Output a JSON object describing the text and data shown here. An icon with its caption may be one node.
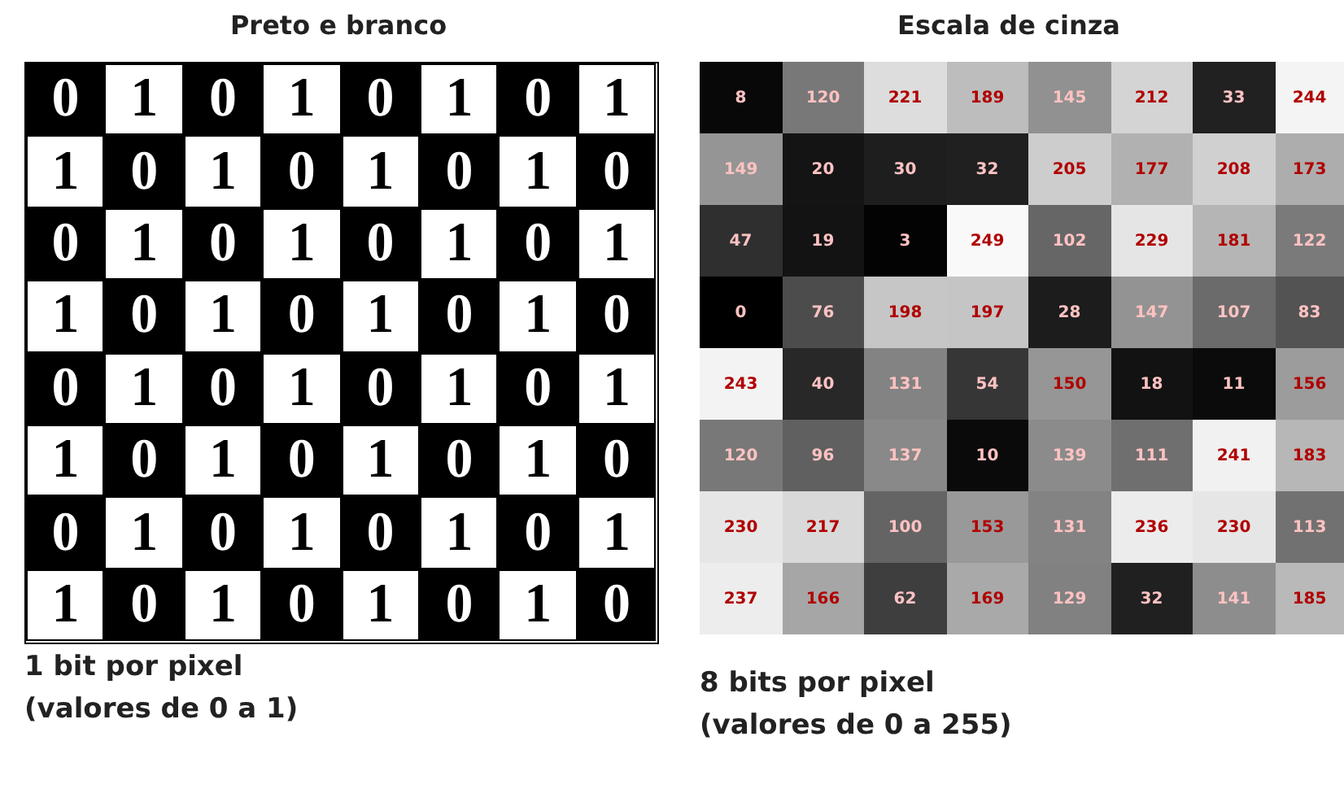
{
  "diagram": {
    "labels": [
      "Preto e branco",
      "Escala de cinza",
      "0",
      "1",
      "0",
      "1",
      "0",
      "1",
      "0",
      "1",
      "1",
      "0",
      "1",
      "0",
      "1",
      "0",
      "1",
      "0",
      "0",
      "1",
      "0",
      "1",
      "0",
      "1",
      "0",
      "1",
      "1",
      "0",
      "1",
      "0",
      "1",
      "0",
      "1",
      "0",
      "0",
      "1",
      "0",
      "1",
      "0",
      "1",
      "0",
      "1",
      "1",
      "0",
      "1",
      "0",
      "1",
      "0",
      "1",
      "0",
      "0",
      "1",
      "0",
      "1",
      "0",
      "1",
      "0",
      "1",
      "1",
      "0",
      "1",
      "0",
      "1",
      "0",
      "1",
      "0",
      "8",
      "120",
      "221",
      "189",
      "145",
      "212",
      "33",
      "244",
      "149",
      "20",
      "30",
      "32",
      "205",
      "177",
      "208",
      "173",
      "47",
      "19",
      "3",
      "249",
      "102",
      "229",
      "181",
      "122",
      "0",
      "76",
      "198",
      "197",
      "28",
      "147",
      "107",
      "83",
      "243",
      "40",
      "131",
      "54",
      "150",
      "18",
      "11",
      "156",
      "120",
      "96",
      "137",
      "10",
      "139",
      "111",
      "241",
      "183",
      "230",
      "217",
      "100",
      "153",
      "131",
      "236",
      "230",
      "113",
      "237",
      "166",
      "62",
      "169",
      "129",
      "32",
      "141",
      "185",
      "1 bit por pixel",
      "(valores de 0 a 1)",
      "8 bits por pixel",
      "(valores de 0 a 255)"
    ]
  }
}
